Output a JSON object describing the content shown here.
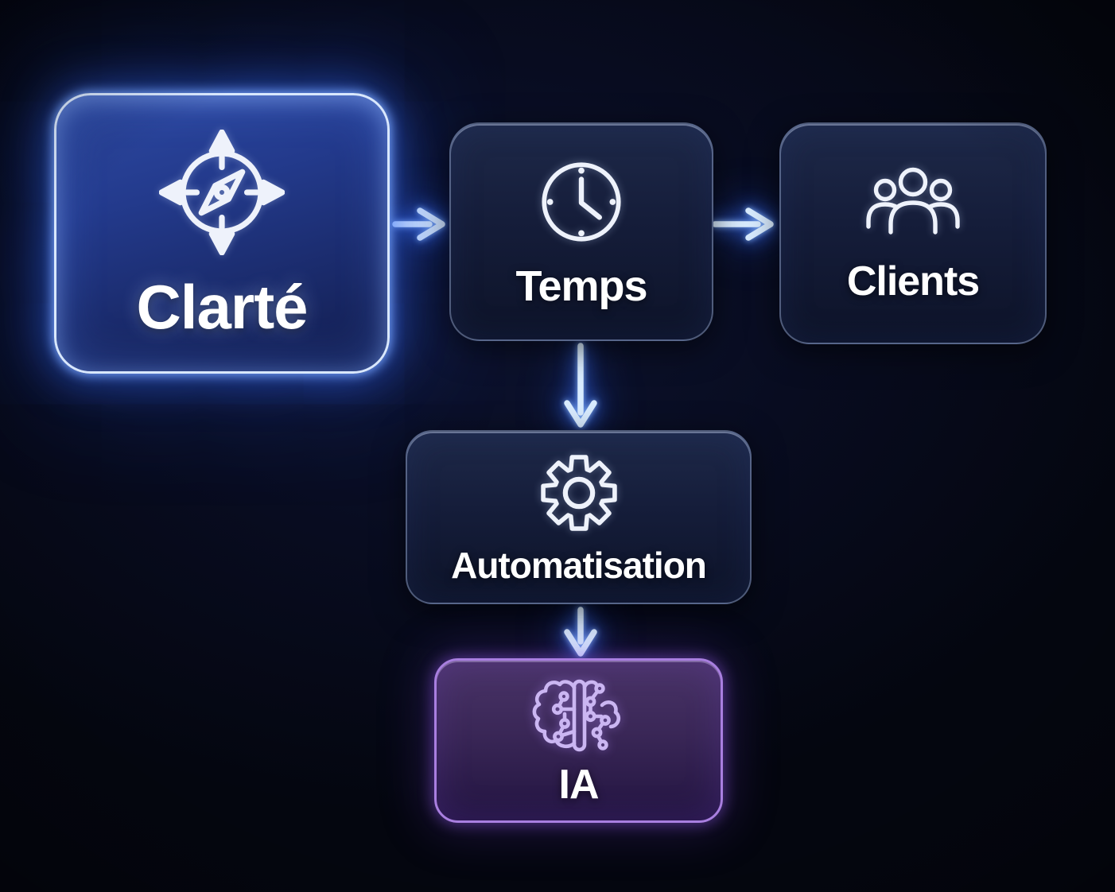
{
  "diagram_title": "workflow-diagram",
  "nodes": {
    "clarte": {
      "label": "Clarté",
      "icon": "compass-icon",
      "style": "highlight-blue"
    },
    "temps": {
      "label": "Temps",
      "icon": "clock-icon",
      "style": "dark"
    },
    "clients": {
      "label": "Clients",
      "icon": "people-icon",
      "style": "dark"
    },
    "automatisation": {
      "label": "Automatisation",
      "icon": "gear-icon",
      "style": "dark"
    },
    "ia": {
      "label": "IA",
      "icon": "brain-circuit-icon",
      "style": "purple"
    }
  },
  "edges": [
    {
      "from": "Clarté",
      "to": "Temps",
      "direction": "right"
    },
    {
      "from": "Temps",
      "to": "Clients",
      "direction": "right"
    },
    {
      "from": "Temps",
      "to": "Automatisation",
      "direction": "down"
    },
    {
      "from": "Automatisation",
      "to": "IA",
      "direction": "down"
    }
  ],
  "colors": {
    "background": "#070b1c",
    "highlight_node_fill": "#233a8c",
    "highlight_node_border": "#d9e8ff",
    "dark_node_fill": "#151d3a",
    "dark_node_border": "#96aad2",
    "ia_node_fill": "#3a2757",
    "ia_node_border": "#a97fe0",
    "arrow_core": "#d9ecff",
    "arrow_glow": "#3c73ff",
    "icon_stroke": "#eef2fb",
    "ia_icon_stroke": "#cbb6f2",
    "label_text": "#ffffff"
  }
}
